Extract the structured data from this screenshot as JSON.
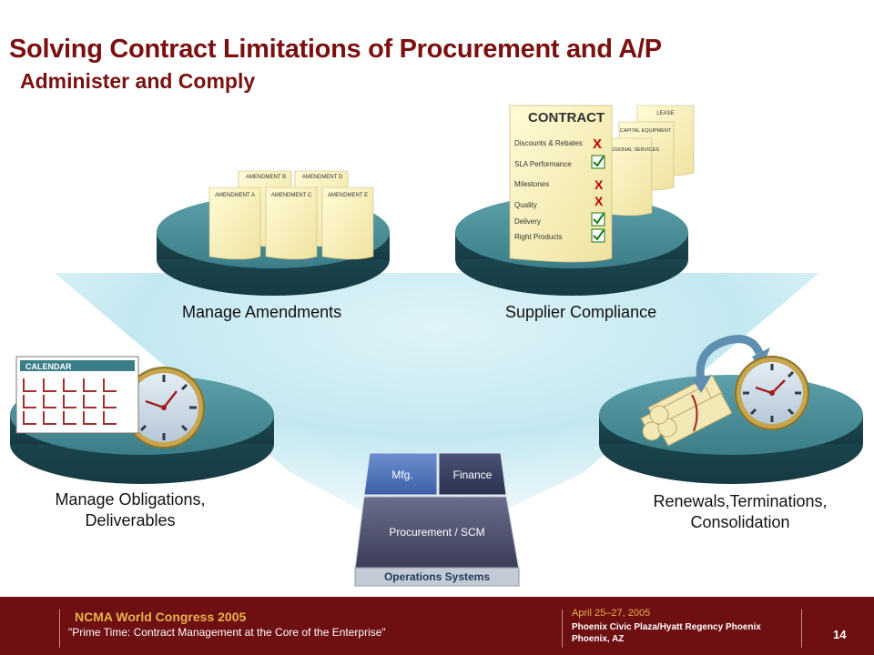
{
  "title": "Solving Contract Limitations of Procurement and A/P",
  "subtitle": "Administer and Comply",
  "amendments": [
    "AMENDMENT B",
    "AMENDMENT D",
    "AMENDMENT A",
    "AMENDMENT C",
    "AMENDMENT E"
  ],
  "contract": {
    "title": "CONTRACT",
    "back_docs": [
      "LEASE",
      "CAPITAL EQUIPMENT",
      "PROFESSIONAL SERVICES"
    ],
    "items": [
      {
        "label": "Discounts & Rebates",
        "mark": "X"
      },
      {
        "label": "SLA Performance",
        "mark": "check"
      },
      {
        "label": "Milestones",
        "mark": "X"
      },
      {
        "label": "Quality",
        "mark": "X"
      },
      {
        "label": "Delivery",
        "mark": "check"
      },
      {
        "label": "Right Products",
        "mark": "check"
      }
    ]
  },
  "labels": {
    "manage_amendments": "Manage Amendments",
    "supplier_compliance": "Supplier Compliance",
    "obligations_line1": "Manage Obligations,",
    "obligations_line2": "Deliverables",
    "renewals_line1": "Renewals,Terminations,",
    "renewals_line2": "Consolidation"
  },
  "calendar_label": "CALENDAR",
  "systems": {
    "mfg": "Mfg.",
    "finance": "Finance",
    "procurement": "Procurement / SCM",
    "operations": "Operations Systems"
  },
  "footer": {
    "org": "NCMA World Congress 2005",
    "tagline": "\"Prime Time: Contract Management at the Core of the Enterprise\"",
    "dates": "April 25–27, 2005",
    "venue": "Phoenix Civic Plaza/Hyatt Regency Phoenix Phoenix, AZ",
    "page": "14"
  },
  "colors": {
    "title": "#7a1010",
    "footer_bg": "#6e0f12",
    "platform": "#2e6a74",
    "accent_gold": "#e8b24a"
  }
}
